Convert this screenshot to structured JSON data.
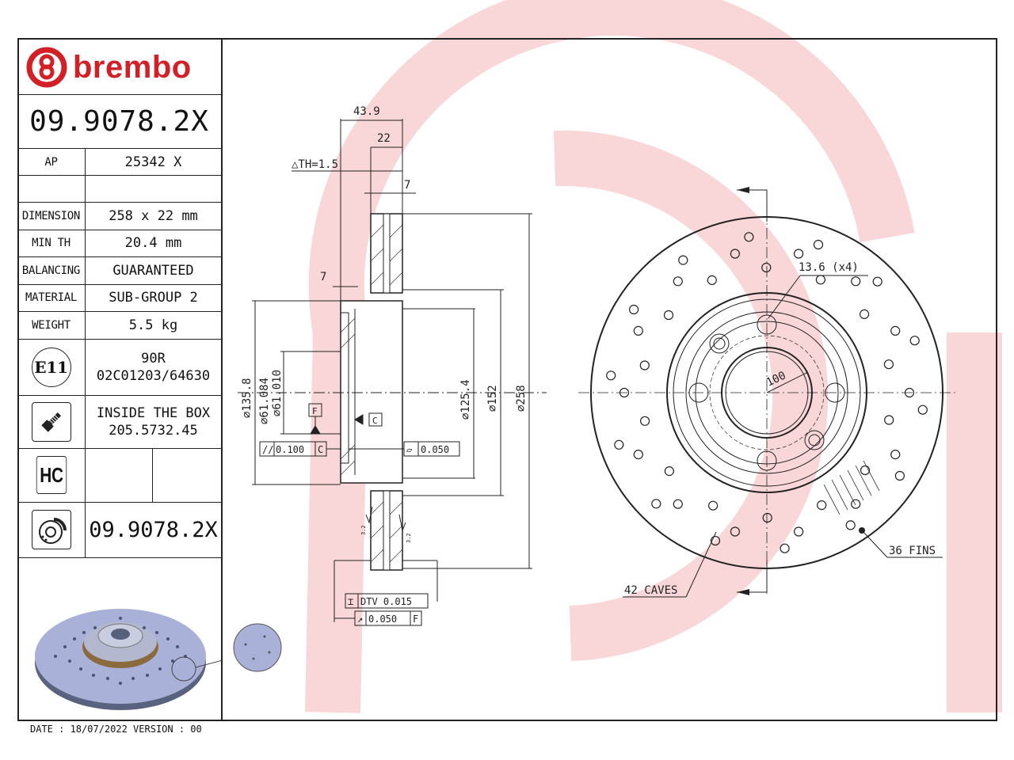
{
  "brand": "brembo",
  "brand_color": "#d31f26",
  "part_number": "09.9078.2X",
  "ap_label": "AP",
  "ap_value": "25342 X",
  "specs": [
    {
      "label": "DIMENSION",
      "value": "258 x 22 mm"
    },
    {
      "label": "MIN TH",
      "value": "20.4 mm"
    },
    {
      "label": "BALANCING",
      "value": "GUARANTEED"
    },
    {
      "label": "MATERIAL",
      "value": "SUB-GROUP 2"
    },
    {
      "label": "WEIGHT",
      "value": "5.5 kg"
    }
  ],
  "e11": {
    "badge": "E11",
    "line1": "90R",
    "line2": "02C01203/64630"
  },
  "box": {
    "line1": "INSIDE THE BOX",
    "line2": "205.5732.45"
  },
  "hc_badge": "HC",
  "bottom_part_number": "09.9078.2X",
  "footer": "DATE : 18/07/2022 VERSION : 00",
  "section_dims": {
    "width_total": "43.9",
    "thickness": "22",
    "friction_band": "7",
    "hat_offset": "7",
    "th_note": "△TH=1.5",
    "d_outer": "⌀258",
    "d_152": "⌀152",
    "d_125": "⌀125.4",
    "d_135": "⌀135.8",
    "d_61a": "⌀61.084",
    "d_61b": "⌀61.010",
    "datum_f": "F",
    "datum_c": "C",
    "parallel_tol": "0.100",
    "parallel_ref": "C",
    "flat_tol": "0.050",
    "dtv_label": "DTV 0.015",
    "runout_tol": "0.050",
    "runout_ref": "F",
    "surface_finish": "3.2"
  },
  "front_view": {
    "bolt_holes": "13.6 (x4)",
    "pcd": "100",
    "fins": "36 FINS",
    "caves": "42 CAVES"
  }
}
